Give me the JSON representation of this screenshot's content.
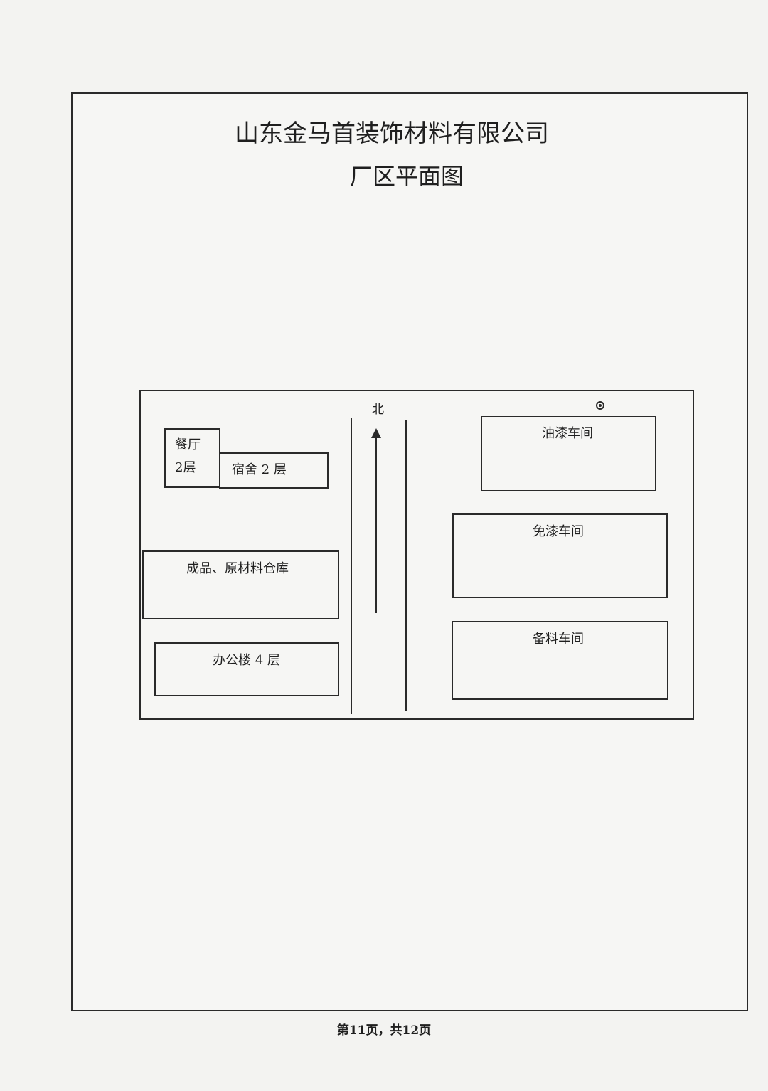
{
  "header": {
    "company_name": "山东金马首装饰材料有限公司",
    "map_title": "厂区平面图"
  },
  "plan": {
    "north_label": "北",
    "buildings": {
      "canteen_line1": "餐厅",
      "canteen_line2": "2层",
      "dormitory": "宿舍 2 层",
      "warehouse": "成品、原材料仓库",
      "office": "办公楼 4 层",
      "paint_workshop": "油漆车间",
      "paint_free_workshop": "免漆车间",
      "material_prep_workshop": "备料车间"
    }
  },
  "footer": {
    "page_indicator": "第11页，共12页"
  }
}
